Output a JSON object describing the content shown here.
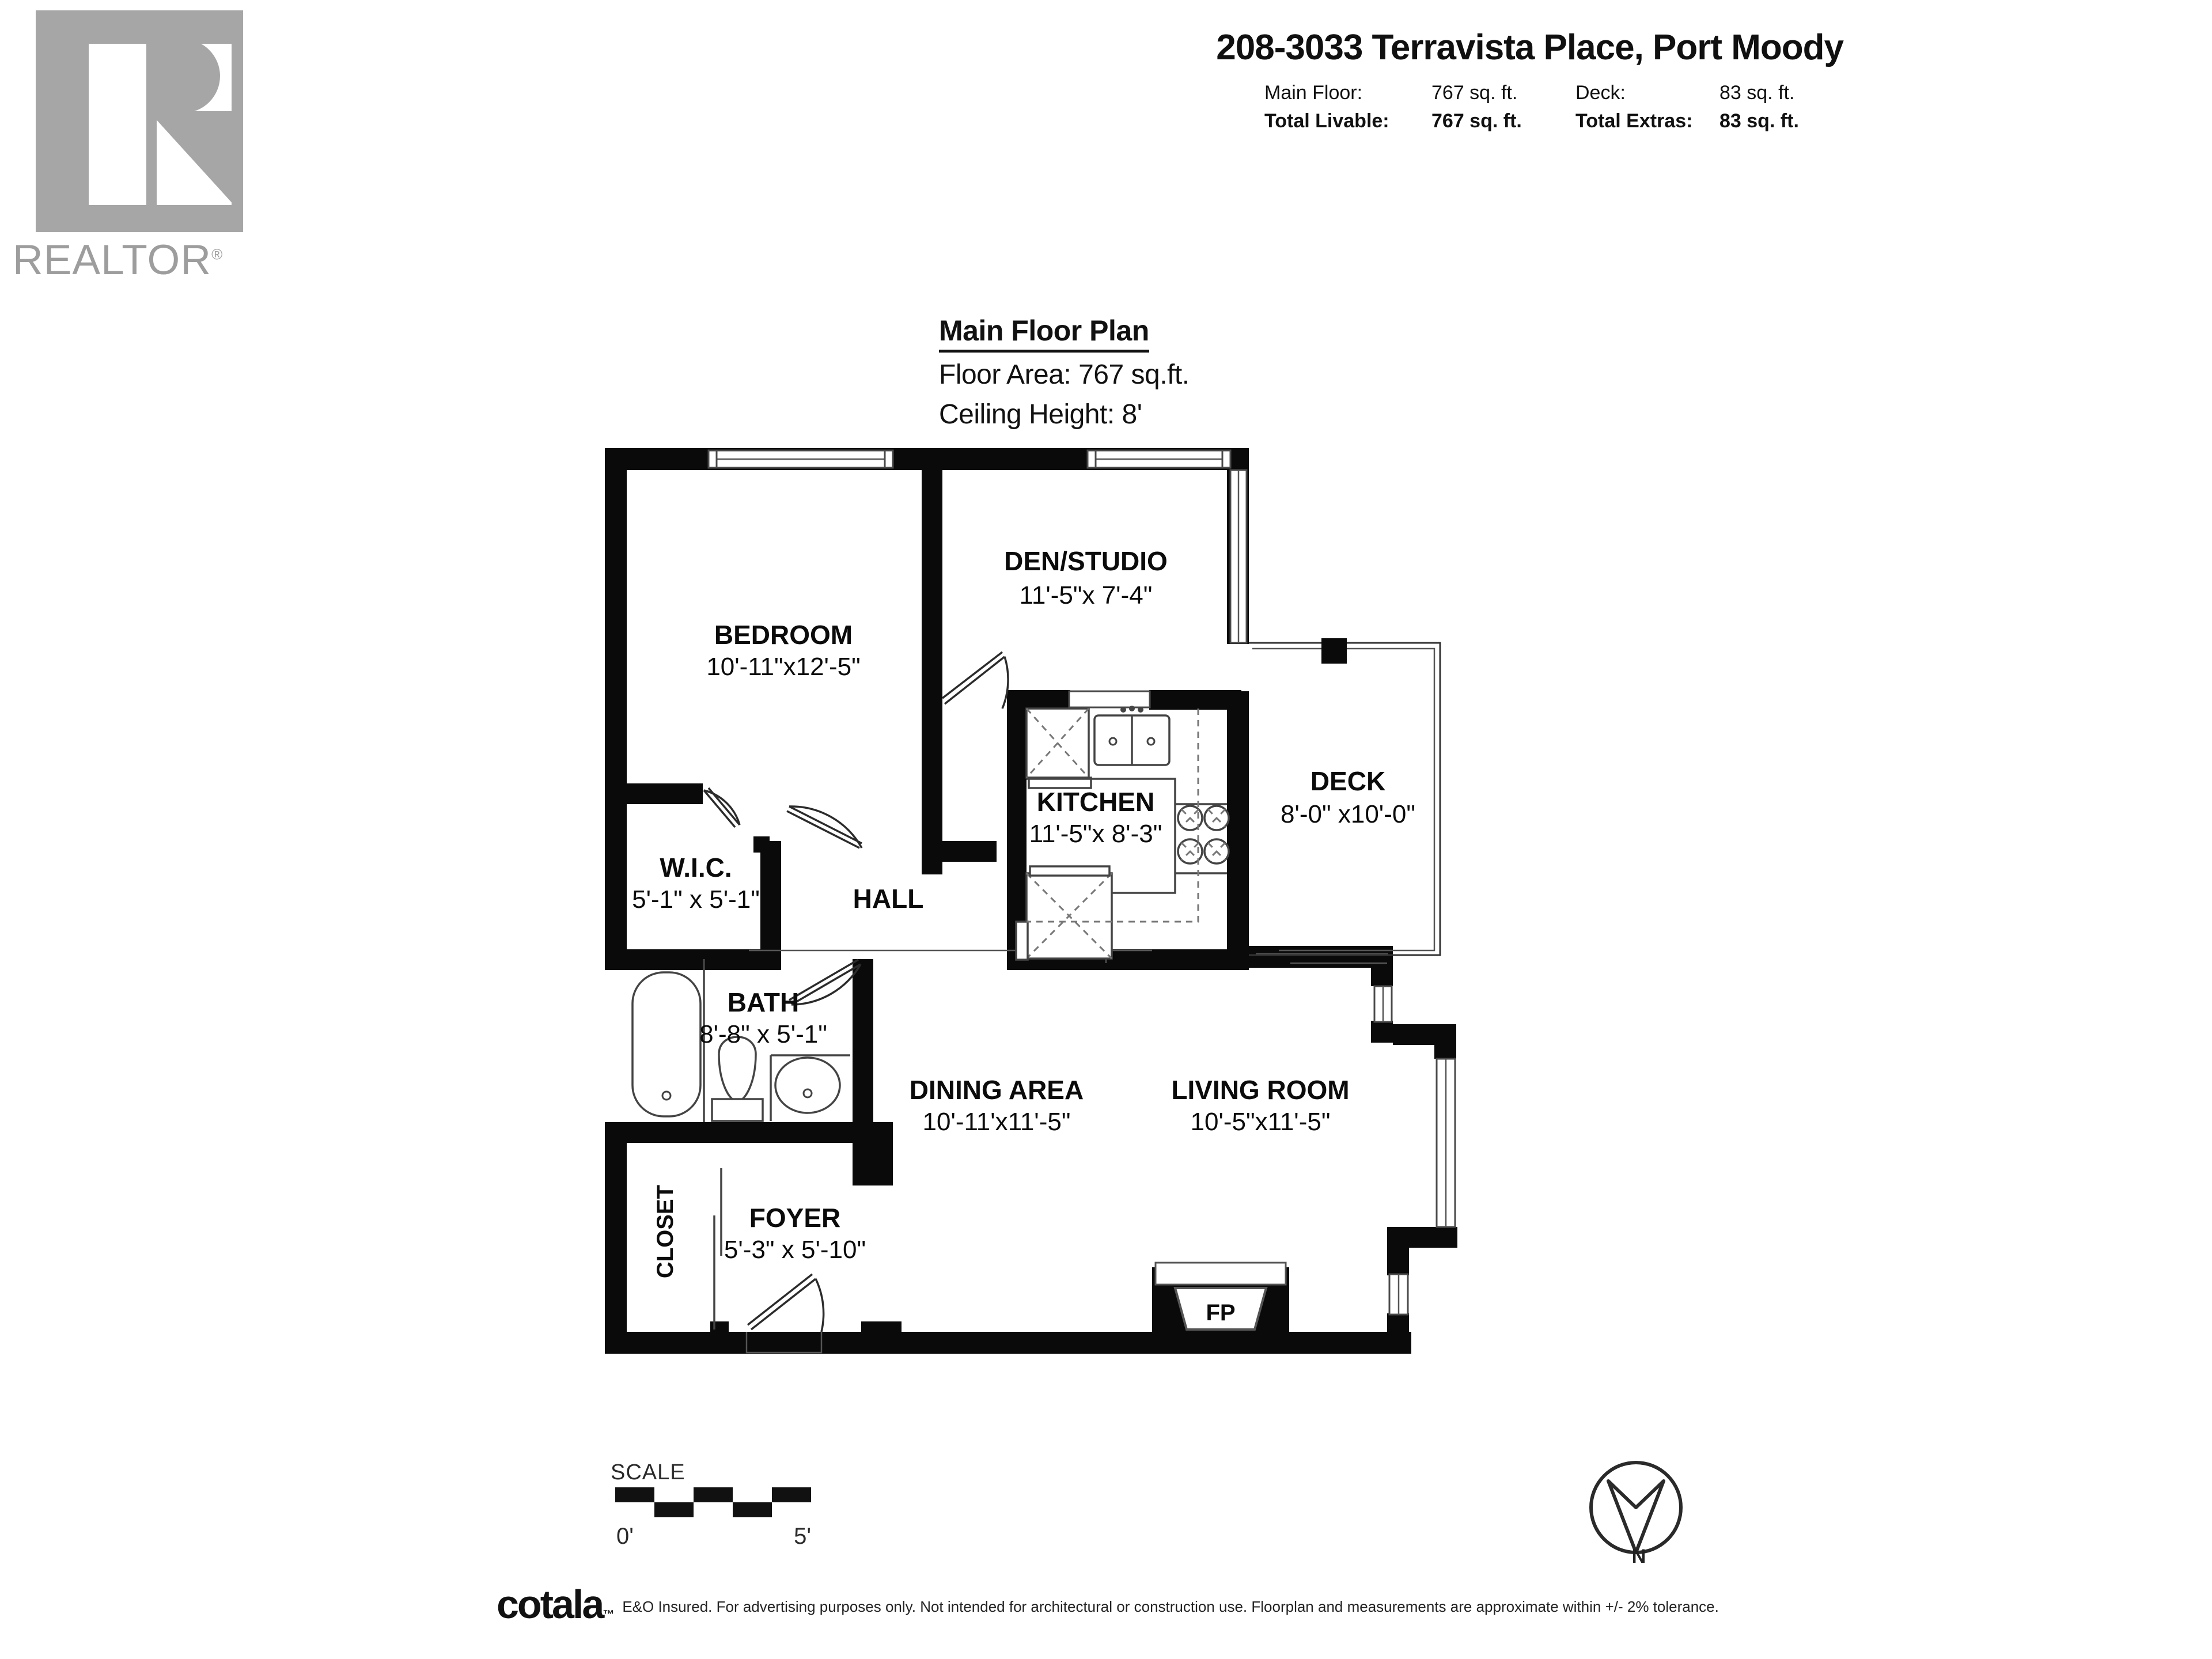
{
  "logo": {
    "wordmark": "REALTOR",
    "registered": "®"
  },
  "header": {
    "title": "208-3033 Terravista Place, Port Moody",
    "stats": [
      {
        "label": "Main Floor:",
        "value": "767 sq. ft.",
        "label2": "Deck:",
        "value2": "83 sq. ft.",
        "bold": false
      },
      {
        "label": "Total Livable:",
        "value": "767 sq. ft.",
        "label2": "Total Extras:",
        "value2": "83 sq. ft.",
        "bold": true
      }
    ]
  },
  "plan_title": {
    "heading": "Main Floor Plan",
    "floor_area": "Floor Area: 767 sq.ft.",
    "ceiling_height": "Ceiling Height: 8'"
  },
  "rooms": {
    "bedroom": {
      "name": "BEDROOM",
      "dim": "10'-11\"x12'-5\""
    },
    "den": {
      "name": "DEN/STUDIO",
      "dim": "11'-5\"x  7'-4\""
    },
    "kitchen": {
      "name": "KITCHEN",
      "dim": "11'-5\"x  8'-3\""
    },
    "deck": {
      "name": "DECK",
      "dim": "8'-0\" x10'-0\""
    },
    "wic": {
      "name": "W.I.C.",
      "dim": "5'-1\" x  5'-1\""
    },
    "hall": {
      "name": "HALL",
      "dim": ""
    },
    "bath": {
      "name": "BATH",
      "dim": "8'-8\" x  5'-1\""
    },
    "dining": {
      "name": "DINING AREA",
      "dim": "10'-11'x11'-5\""
    },
    "living": {
      "name": "LIVING ROOM",
      "dim": "10'-5\"x11'-5\""
    },
    "foyer": {
      "name": "FOYER",
      "dim": "5'-3\"  x 5'-10\""
    },
    "closet": {
      "name": "CLOSET",
      "dim": ""
    },
    "fireplace": {
      "name": "FP",
      "dim": ""
    }
  },
  "scale": {
    "label": "SCALE",
    "start": "0'",
    "end": "5'"
  },
  "compass": {
    "north_label": "N"
  },
  "footer": {
    "brand": "cotala",
    "trademark": "™",
    "disclaimer": "E&O Insured. For advertising purposes only. Not intended for architectural or construction use. Floorplan and measurements are approximate within +/- 2% tolerance."
  },
  "colors": {
    "wall": "#0a0a0a",
    "logo_gray": "#a6a6a6",
    "text": "#111111"
  }
}
